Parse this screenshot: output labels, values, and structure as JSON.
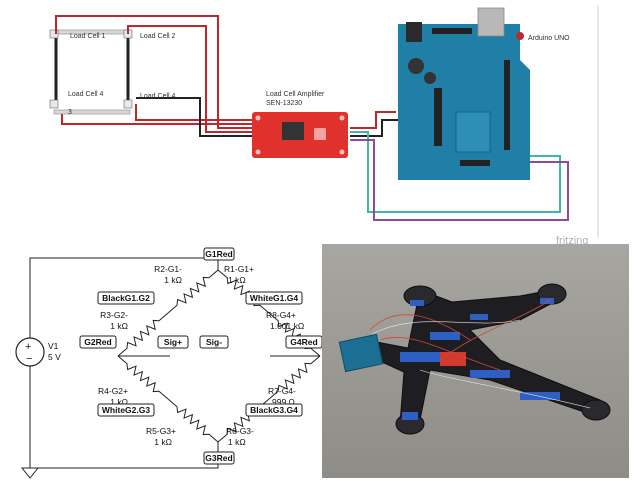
{
  "fritzing": {
    "load_cells": [
      "Load Cell 1",
      "Load Cell 2",
      "Load Cell 4",
      "Load Cell 4"
    ],
    "load_cell_small_label": "3",
    "amplifier_title": "Load Cell Amplifier",
    "amplifier_part": "SEN-13230",
    "arduino_label": "Arduino UNO",
    "watermark": "fritzing"
  },
  "schematic": {
    "source_name": "V1",
    "source_value": "5 V",
    "resistors": {
      "r1": {
        "name": "R1-G1+",
        "value": "1 kΩ"
      },
      "r2": {
        "name": "R2-G1-",
        "value": "1 kΩ"
      },
      "r3": {
        "name": "R3-G2-",
        "value": "1 kΩ"
      },
      "r4": {
        "name": "R4-G2+",
        "value": "1 kΩ"
      },
      "r5": {
        "name": "R5-G3+",
        "value": "1 kΩ"
      },
      "r6": {
        "name": "R6-G3-",
        "value": "1 kΩ"
      },
      "r7": {
        "name": "R7-G4-",
        "value": "999 Ω"
      },
      "r8": {
        "name": "R8-G4+",
        "value": "1.001 kΩ"
      }
    },
    "tags": {
      "g1red": "G1Red",
      "g3red": "G3Red",
      "g2red": "G2Red",
      "g4red": "G4Red",
      "sig_plus": "Sig+",
      "sig_minus": "Sig-",
      "black_g1_g2": "BlackG1.G2",
      "white_g1_g4": "WhiteG1.G4",
      "white_g2_g3": "WhiteG2.G3",
      "black_g3_g4": "BlackG3.G4"
    }
  },
  "colors": {
    "wire_red": "#c0272d",
    "wire_black": "#222222",
    "wire_teal": "#3fb8a8",
    "wire_purple": "#8b4c9e",
    "arduino_blue": "#1f7fa6",
    "amplifier_red": "#e0322d"
  }
}
